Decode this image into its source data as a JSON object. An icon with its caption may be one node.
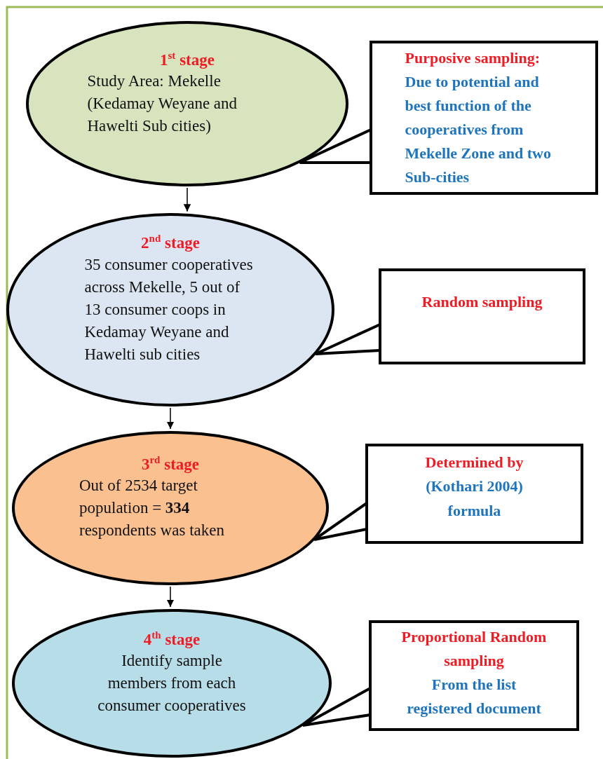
{
  "diagram": {
    "nodes": [
      {
        "text": [
          "1$^{st}$ stage",
          "Study Area: Mekelle (Kedamay Weyane and Hawelti Sub cities)"
        ]
      },
      {
        "text": [
          "2$^{nd}$ stage",
          "35 consumer cooperatives across Mekelle, 5 out of 13 consumer coops in Kedamay Weyane and Hawelti sub cities"
        ]
      },
      {
        "text": [
          "3$^{rd}$ stage",
          "Out of 2534 target population = **334** respondents was taken"
        ]
      },
      {
        "text": [
          "4$^{th}$ stage",
          "Identify sample members from each consumer cooperatives"
        ]
      },
      {
        "text": [
          "Purposive sampling:",
          "Due to potential and best function of the cooperatives from Mekelle Zone and two Sub-cities"
        ]
      },
      {
        "text": [
          "Random sampling"
        ]
      },
      {
        "text": [
          "Determined by",
          "(Kothari 2004) formula"
        ]
      },
      {
        "text": [
          "Proportional Random sampling",
          "From the list registered document"
        ]
      }
    ],
    "edges": [
      {
        "from": 0,
        "to": 1,
        "arrow": "to"
      },
      {
        "from": 1,
        "to": 2,
        "arrow": "to"
      },
      {
        "from": 2,
        "to": 3,
        "arrow": "to"
      },
      {
        "from": 4,
        "to": 0,
        "arrow": "none"
      },
      {
        "from": 5,
        "to": 1,
        "arrow": "none"
      },
      {
        "from": 6,
        "to": 2,
        "arrow": "none"
      },
      {
        "from": 7,
        "to": 3,
        "arrow": "none"
      }
    ]
  }
}
